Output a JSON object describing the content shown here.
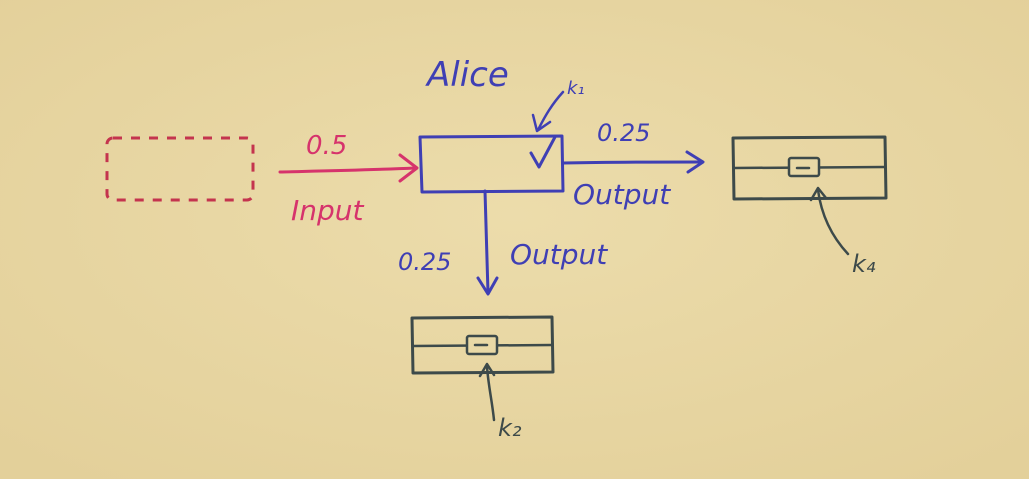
{
  "colors": {
    "background": "#e9d9a6",
    "blue_ink": "#3f3fb4",
    "red_ink": "#d6336c",
    "dashed_box": "#c4344e",
    "gray_ink": "#3d4a4a"
  },
  "labels": {
    "alice": "Alice",
    "k1": "k₁",
    "input_value": "0.5",
    "input": "Input",
    "right_value": "0.25",
    "right_output": "Output",
    "down_value": "0.25",
    "down_output": "Output",
    "k2": "k₂",
    "k4": "k₄"
  },
  "icons": {
    "check": "check-mark-icon",
    "wallet": "wallet-icon"
  }
}
